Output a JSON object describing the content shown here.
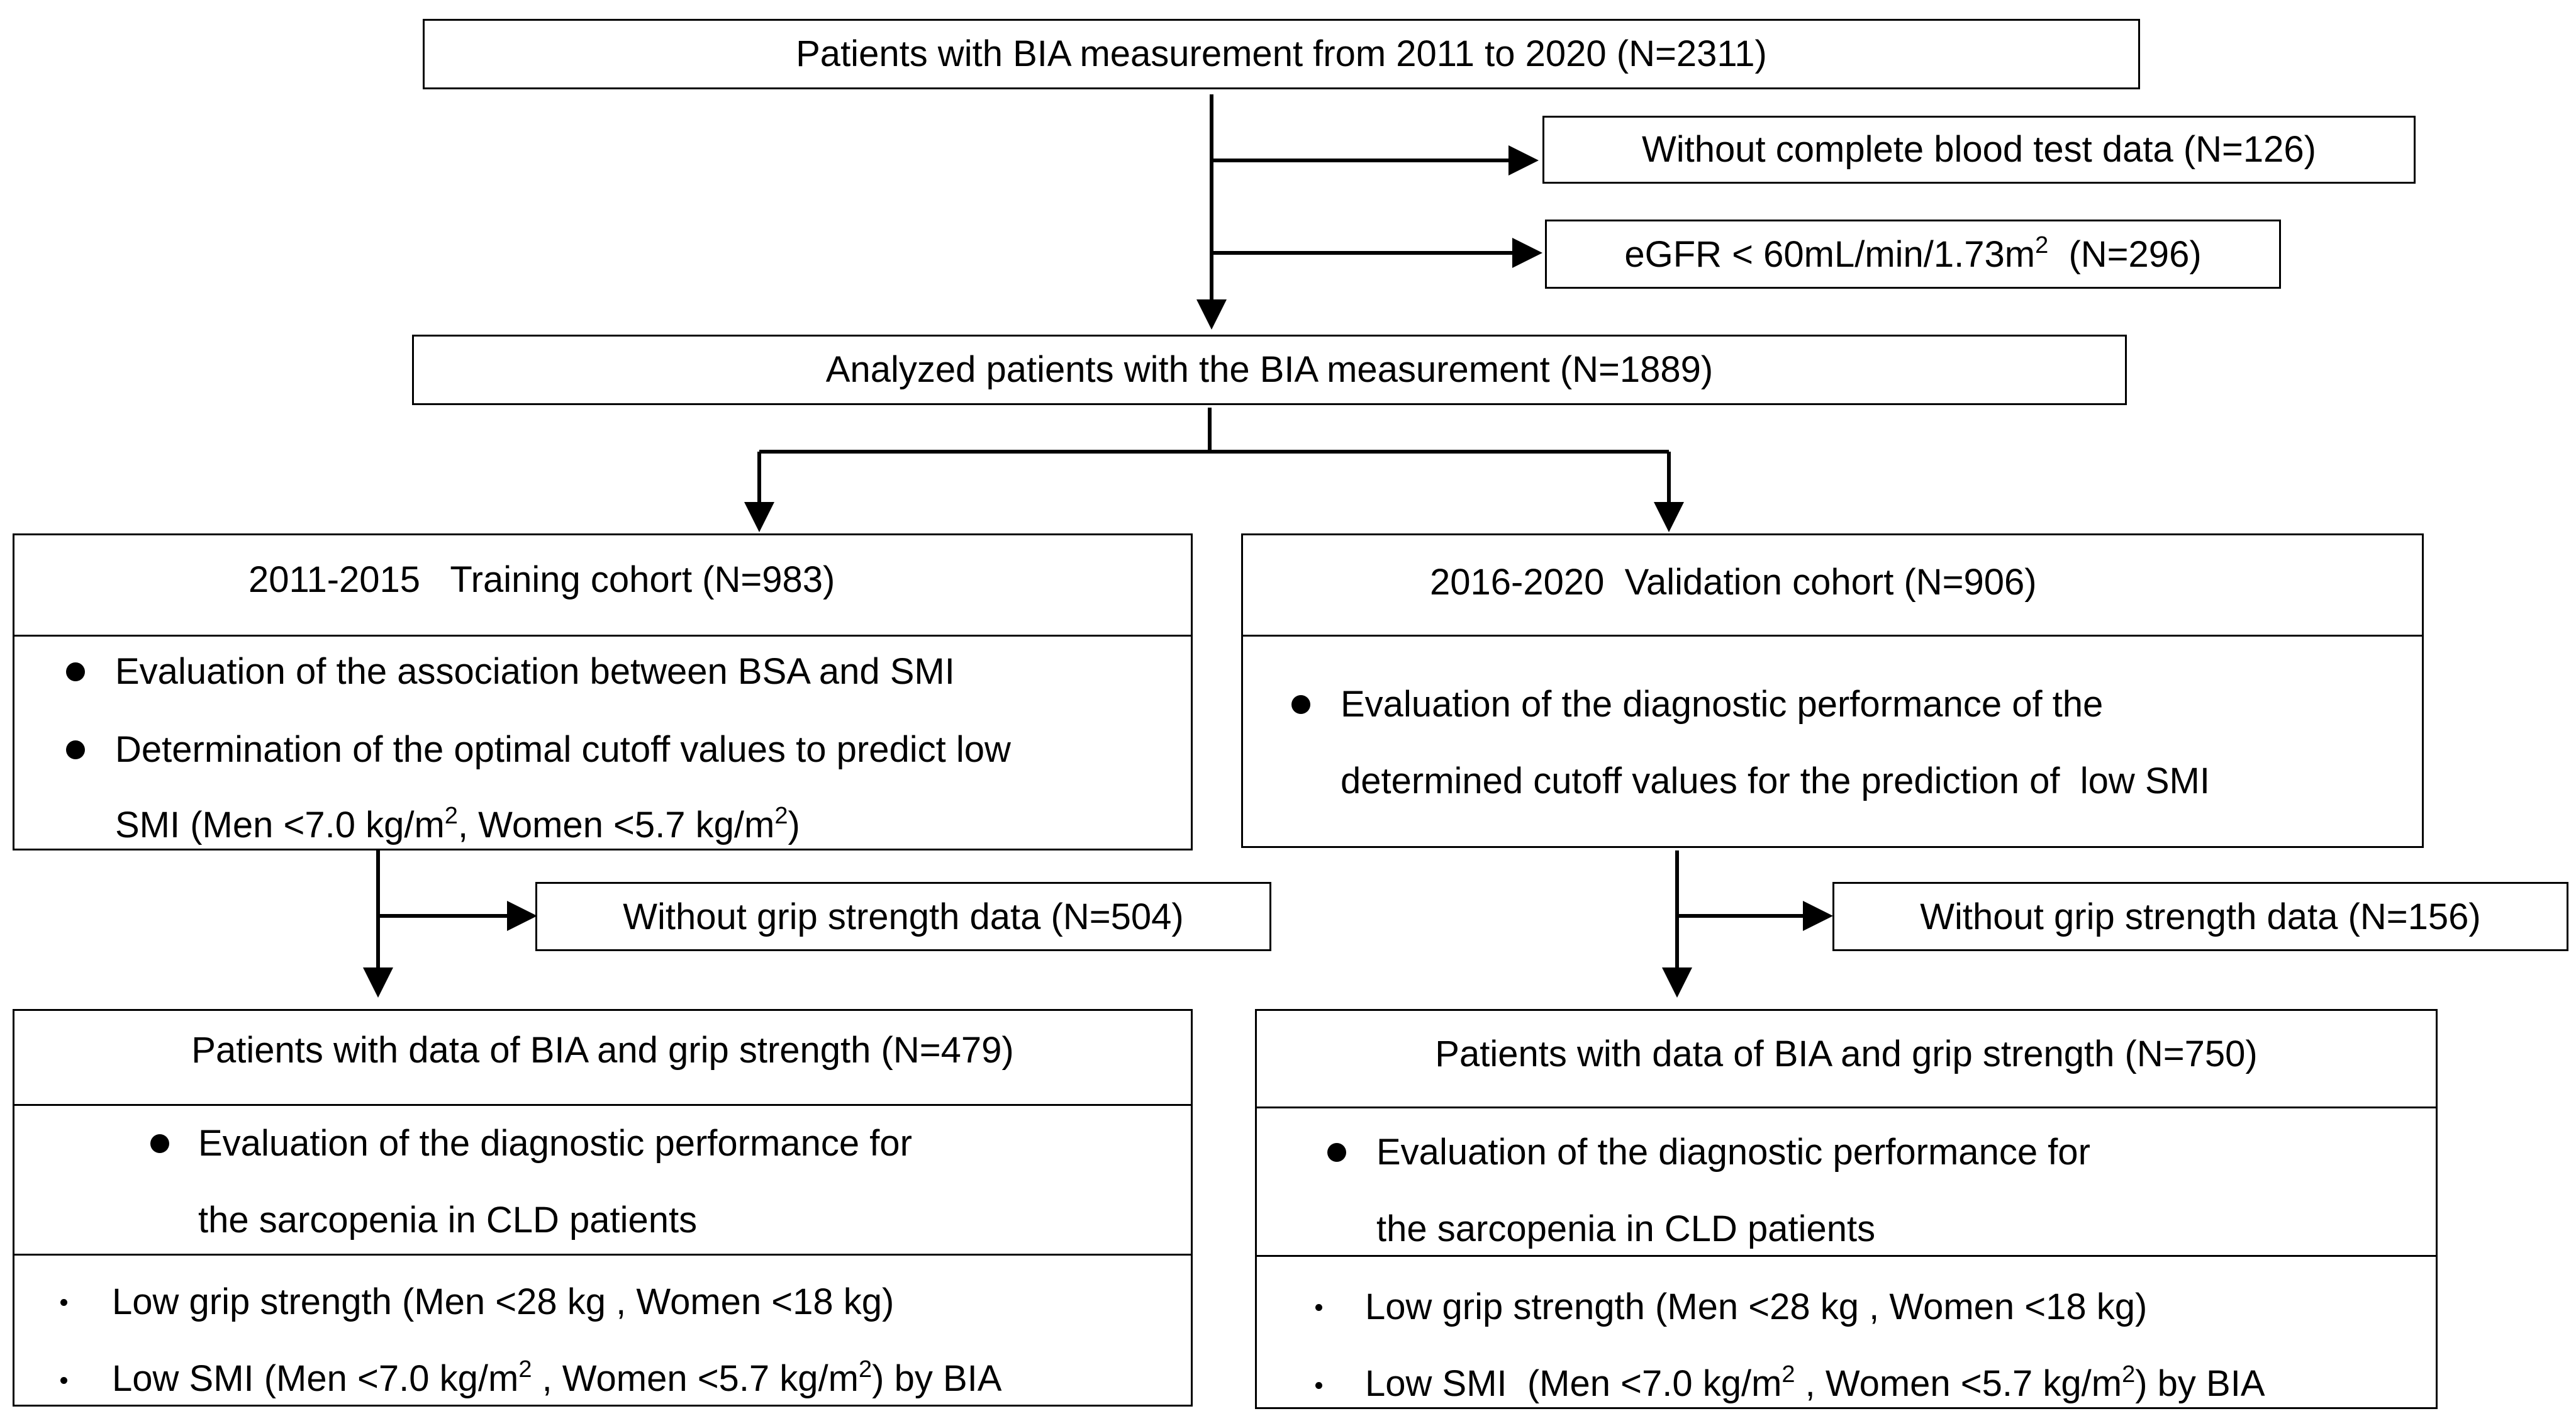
{
  "boxes": {
    "top": "Patients with BIA measurement from 2011 to 2020 (N=2311)",
    "excl1": "Without complete blood test data (N=126)",
    "excl2_pre": "eGFR < 60mL/min/1.73m",
    "excl2_sup": "2",
    "excl2_post": "  (N=296)",
    "analyzed": "Analyzed patients with the BIA measurement (N=1889)"
  },
  "training": {
    "title": "2011-2015   Training cohort (N=983)",
    "bullet1": "Evaluation of the association between BSA and SMI",
    "bullet2_line1": "Determination of the optimal cutoff values to predict low",
    "bullet2_line2_a": "SMI (Men <7.0 kg/m",
    "bullet2_line2_sup1": "2",
    "bullet2_line2_b": ", Women <5.7 kg/m",
    "bullet2_line2_sup2": "2",
    "bullet2_line2_c": ")",
    "exclusion": "Without grip strength data (N=504)",
    "grip_title": "Patients with data of BIA and grip strength (N=479)",
    "grip_bullet_line1": "Evaluation of the diagnostic performance for",
    "grip_bullet_line2": "the sarcopenia in CLD patients",
    "crit1": "Low grip strength (Men <28 kg , Women <18 kg)",
    "crit2_a": "Low SMI (Men <7.0 kg/m",
    "crit2_sup1": "2",
    "crit2_b": " , Women <5.7 kg/m",
    "crit2_sup2": "2",
    "crit2_c": ") by BIA"
  },
  "validation": {
    "title": "2016-2020  Validation cohort (N=906)",
    "bullet_line1": "Evaluation of the diagnostic performance of the",
    "bullet_line2": "determined cutoff values for the prediction of  low SMI",
    "exclusion": "Without grip strength data (N=156)",
    "grip_title": "Patients with data of BIA and grip strength (N=750)",
    "grip_bullet_line1": "Evaluation of the diagnostic performance for",
    "grip_bullet_line2": "the sarcopenia in CLD patients",
    "crit1": "Low grip strength (Men <28 kg , Women <18 kg)",
    "crit2_a": "Low SMI  (Men <7.0 kg/m",
    "crit2_sup1": "2",
    "crit2_b": " , Women <5.7 kg/m",
    "crit2_sup2": "2",
    "crit2_c": ") by BIA"
  }
}
